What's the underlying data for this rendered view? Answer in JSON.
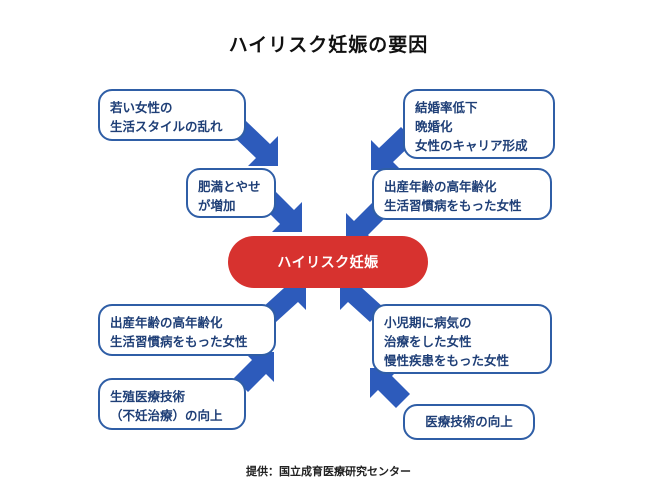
{
  "title": "ハイリスク妊娠の要因",
  "center": {
    "label": "ハイリスク妊娠"
  },
  "factors": {
    "young_lifestyle": [
      "若い女性の",
      "生活スタイルの乱れ"
    ],
    "obesity": [
      "肥満とやせ",
      "が増加"
    ],
    "top_right": [
      "結婚率低下",
      "晩婚化",
      "女性のキャリア形成"
    ],
    "mid_right": [
      "出産年齢の高年齢化",
      "生活習慣病をもった女性"
    ],
    "lower_left": [
      "出産年齢の高年齢化",
      "生活習慣病をもった女性"
    ],
    "reproductive": [
      "生殖医療技術",
      "（不妊治療）の向上"
    ],
    "childhood_illness": [
      "小児期に病気の",
      "治療をした女性",
      "慢性疾患をもった女性"
    ],
    "medical_tech": [
      "医療技術の向上"
    ]
  },
  "credit": "提供：国立成育医療研究センター",
  "colors": {
    "box_border": "#2f5ea6",
    "box_text": "#1f3f77",
    "arrow": "#2d5bbb",
    "center_fill": "#d7322f",
    "center_text": "#ffffff"
  }
}
